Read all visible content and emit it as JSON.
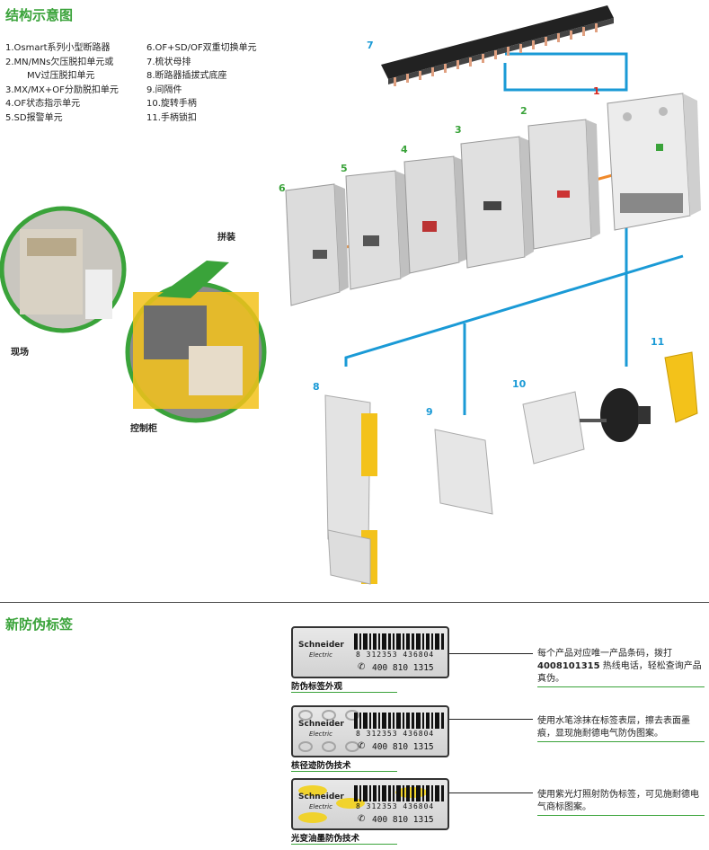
{
  "section1": {
    "title": "结构示意图",
    "legend": [
      "1.Osmart系列小型断路器",
      "2.MN/MNs欠压脱扣单元或",
      "MV过压脱扣单元",
      "3.MX/MX+OF分励脱扣单元",
      "4.OF状态指示单元",
      "5.SD报警单元"
    ],
    "legend2": [
      "6.OF+SD/OF双重切换单元",
      "7.梳状母排",
      "8.断路器插拔式底座",
      "9.间隔件",
      "10.旋转手柄",
      "11.手柄锁扣"
    ],
    "numbers": [
      "7",
      "1",
      "2",
      "3",
      "4",
      "5",
      "6",
      "8",
      "9",
      "10",
      "11"
    ],
    "captions": {
      "assembly": "拼装",
      "site": "现场",
      "cabinet": "控制柜"
    }
  },
  "section2": {
    "title": "新防伪标签",
    "labels": [
      {
        "brand": "Schneider",
        "brand_sub": "Electric",
        "barcode_digits": "8   312353  436804",
        "phone": "400   810   1315",
        "caption": "防伪标签外观",
        "description_parts": [
          "每个产品对应唯一产品条码，拨打 ",
          "4008101315",
          " 热线电话，轻松查询产品真伪。"
        ]
      },
      {
        "brand": "Schneider",
        "brand_sub": "Electric",
        "barcode_digits": "8   312353  436804",
        "phone": "400   810   1315",
        "caption": "核径迹防伪技术",
        "description": "使用水笔涂抹在标签表层，擦去表面墨痕，显现施耐德电气防伪图案。"
      },
      {
        "brand": "Schneider",
        "brand_sub": "Electric",
        "barcode_digits": "8   312353  436804",
        "phone": "400   810   1315",
        "caption": "光变油墨防伪技术",
        "description": "使用紫光灯照射防伪标签，可见施耐德电气商标图案。"
      }
    ]
  },
  "colors": {
    "green": "#3aa33a",
    "blue": "#1a9ad6",
    "red": "#d9261c",
    "yellow": "#f3c21a",
    "orange": "#f08a2c"
  }
}
